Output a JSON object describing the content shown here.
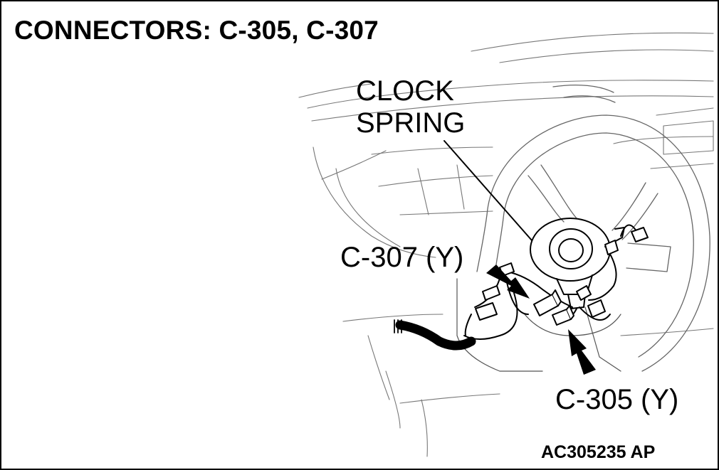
{
  "title": "CONNECTORS: C-305, C-307",
  "labels": {
    "clock_spring_line1": "CLOCK",
    "clock_spring_line2": "SPRING",
    "c307": "C-307 (Y)",
    "c305": "C-305 (Y)"
  },
  "figure_code": "AC305235 AP"
}
